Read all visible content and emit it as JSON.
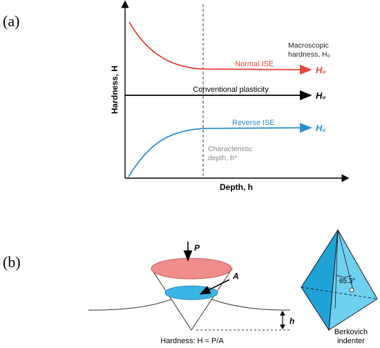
{
  "panel_a": {
    "label": "(a)",
    "y_axis_title": "Hardness, H",
    "x_axis_title": "Depth, h",
    "macroscopic_line1": "Macroscopic",
    "macroscopic_line2": "hardness, H₀",
    "characteristic_line1": "Characteristic",
    "characteristic_line2": "depth, h*",
    "normal_ise": "Normal ISE",
    "conventional": "Conventional plasticity",
    "reverse_ise": "Reverse ISE",
    "ho_normal": "H₀",
    "ho_conventional": "H₀",
    "ho_reverse": "H₀"
  },
  "panel_b": {
    "label": "(b)",
    "load_label": "P",
    "area_label": "A",
    "depth_label": "h",
    "caption": "Hardness: H = P/A",
    "angle_label": "65.3°",
    "berkovich_line1": "Berkovich",
    "berkovich_line2": "indenter"
  },
  "colors": {
    "normal_ise": "#e8453c",
    "reverse_ise": "#2a8fd0",
    "conventional": "#000000",
    "cone_top": "#f08c8c",
    "contact_area": "#39b6e6",
    "berkovich_face_light": "#6fd0f0",
    "berkovich_face_dark": "#1fa3d6"
  }
}
